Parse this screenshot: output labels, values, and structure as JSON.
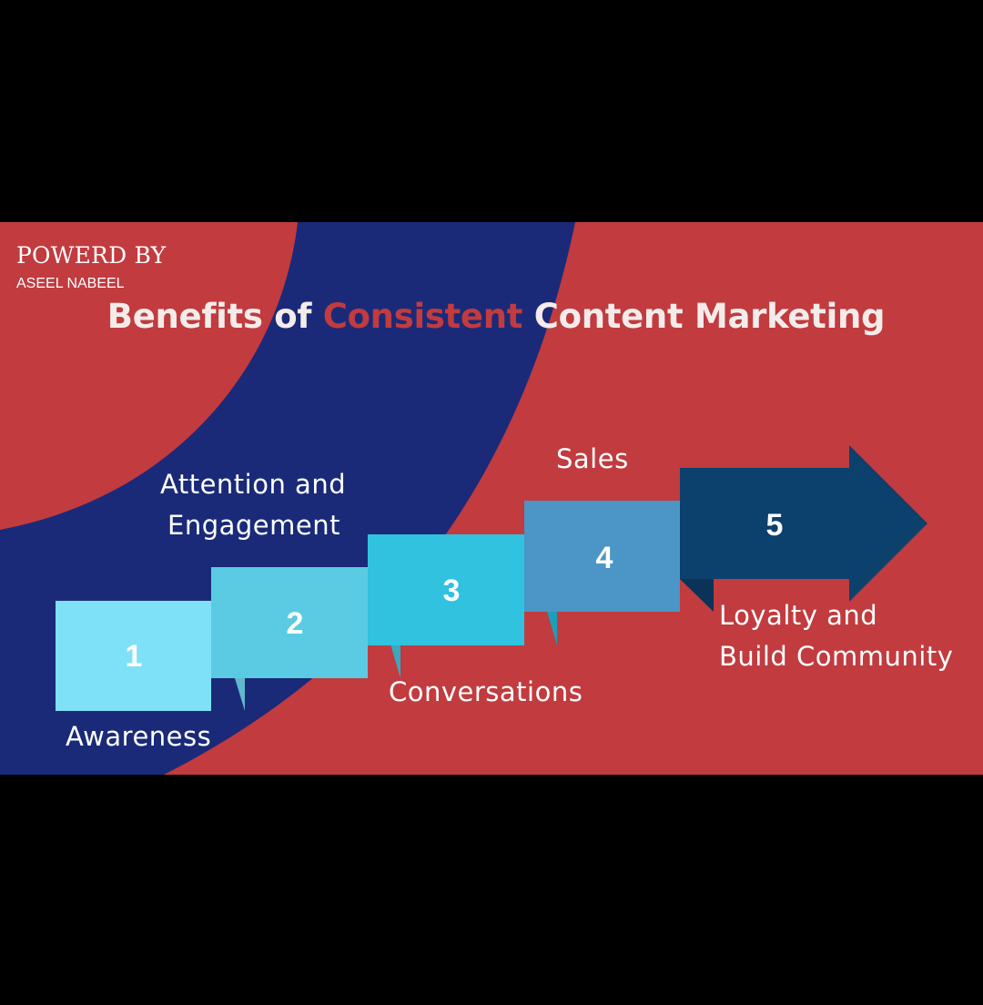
{
  "credit": {
    "line1": "POWERD BY",
    "line2": "ASEEL NABEEL"
  },
  "title": {
    "part1": "Benefits of ",
    "highlight": "Consistent",
    "part2": " Content Marketing"
  },
  "colors": {
    "background_red": "#c13b3f",
    "background_blue": "#1a2a78",
    "step1": "#7fe1f7",
    "step2": "#5acbe2",
    "step3": "#30c2df",
    "step4": "#4b96c6",
    "step5": "#0c406d",
    "highlight": "#c13b3f"
  },
  "steps": [
    {
      "number": "1",
      "label": [
        "Awareness"
      ]
    },
    {
      "number": "2",
      "label": [
        "Attention and",
        "Engagement"
      ]
    },
    {
      "number": "3",
      "label": [
        "Conversations"
      ]
    },
    {
      "number": "4",
      "label": [
        "Sales"
      ]
    },
    {
      "number": "5",
      "label": [
        "Loyalty and",
        "Build Community"
      ]
    }
  ]
}
